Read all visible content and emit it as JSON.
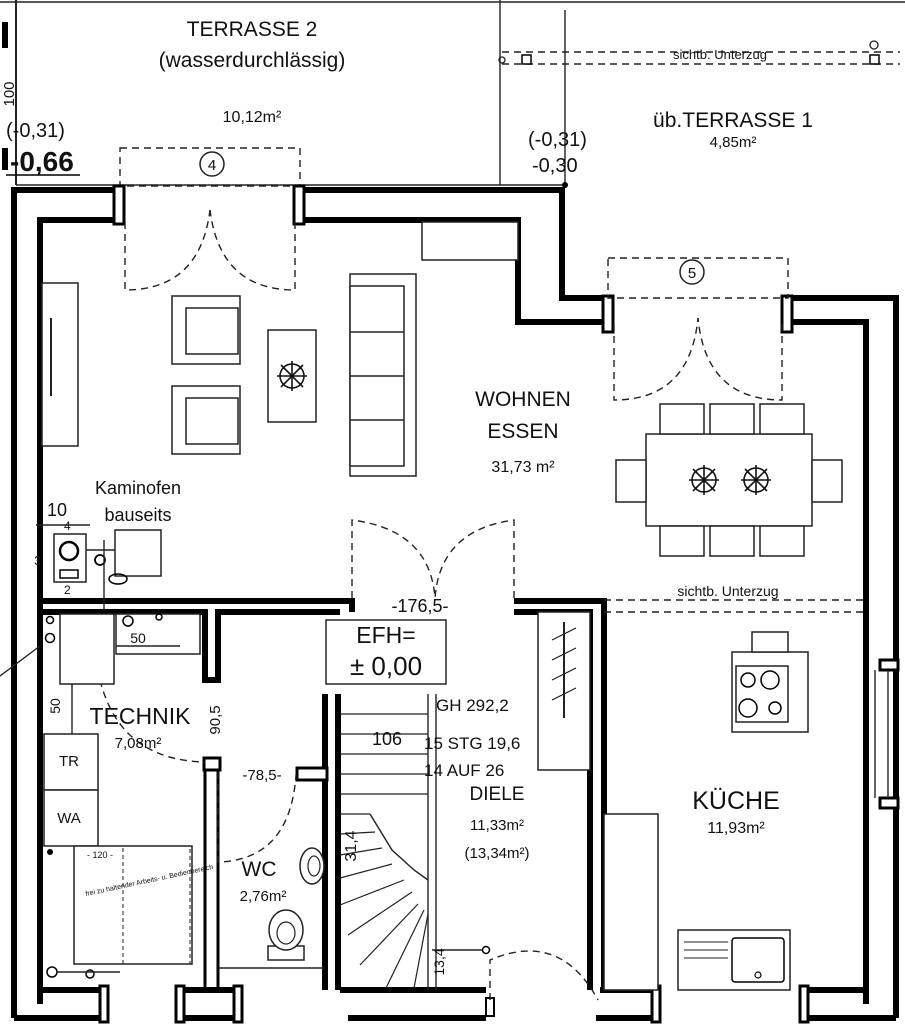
{
  "plan": {
    "top_left_elevation_bracket": "(-0,31)",
    "top_left_elevation": "-0,66",
    "left_dimension": "100",
    "mid_elevation_bracket": "(-0,31)",
    "mid_elevation": "-0,30",
    "window_marker_4": "4",
    "window_marker_5": "5",
    "beam_label_top": "sichtb. Unterzug",
    "beam_label_mid": "sichtb. Unterzug"
  },
  "rooms": {
    "terrasse2": {
      "name": "TERRASSE 2",
      "note": "(wasserdurchlässig)",
      "area": "10,12m²"
    },
    "terrasse1": {
      "name": "üb.TERRASSE 1",
      "area": "4,85m²"
    },
    "wohnen": {
      "name_line1": "WOHNEN",
      "name_line2": "ESSEN",
      "area": "31,73 m²"
    },
    "kaminofen": {
      "line1": "Kaminofen",
      "line2": "bauseits"
    },
    "technik": {
      "name": "TECHNIK",
      "area": "7,08m²"
    },
    "wc": {
      "name": "WC",
      "area": "2,76m²"
    },
    "diele": {
      "name": "DIELE",
      "area": "11,33m²",
      "area_alt": "(13,34m²)"
    },
    "kueche": {
      "name": "KÜCHE",
      "area": "11,93m²"
    }
  },
  "labels": {
    "efh_line1": "EFH=",
    "efh_line2": "± 0,00",
    "door_width_diele": "-176,5-",
    "door_width_wc": "-78,5-",
    "dim_90_5": "90,5",
    "dim_50_a": "50",
    "dim_50_b": "50",
    "dim_10": "10",
    "dim_4": "4",
    "dim_3": "3",
    "dim_2": "2",
    "gh": "GH  292,2",
    "dim_106": "106",
    "stair_steps": "15 STG 19,6",
    "stair_rise": "14 AUF 26",
    "stair_width": "31,4",
    "stair_small": "13,4",
    "tr": "TR",
    "wa": "WA",
    "dim_120": "- 120 -",
    "boiler_note": "frei zu haltender Arbeits- u. Bedienbereich"
  }
}
